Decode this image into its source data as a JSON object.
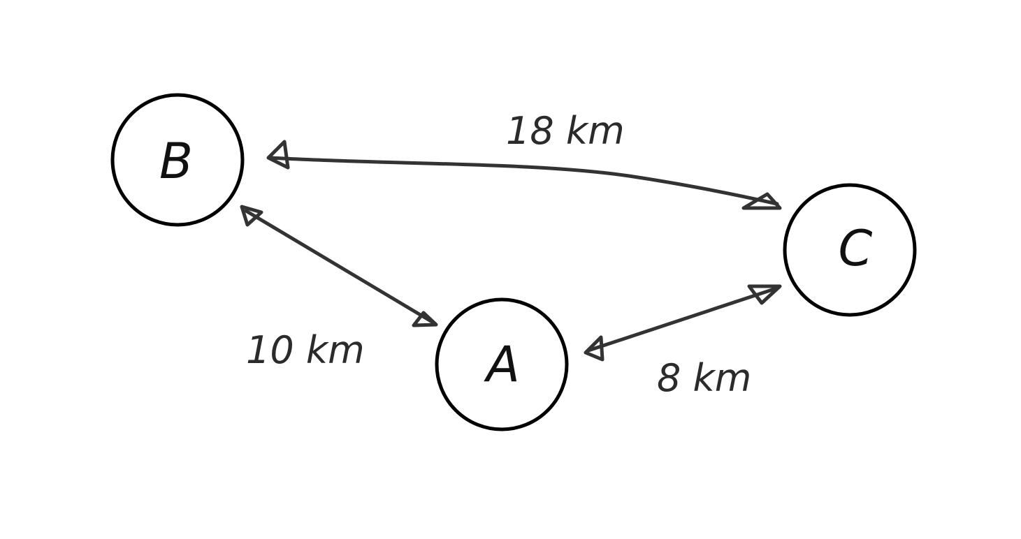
{
  "nodes": {
    "a": {
      "label": "A"
    },
    "b": {
      "label": "B"
    },
    "c": {
      "label": "C"
    }
  },
  "edges": {
    "a_b": {
      "distance": "10 km"
    },
    "b_c": {
      "distance": "18 km"
    },
    "a_c": {
      "distance": "8 km"
    }
  },
  "colors": {
    "node_stroke": "#000000",
    "edge_stroke": "#333333",
    "background": "#ffffff"
  }
}
